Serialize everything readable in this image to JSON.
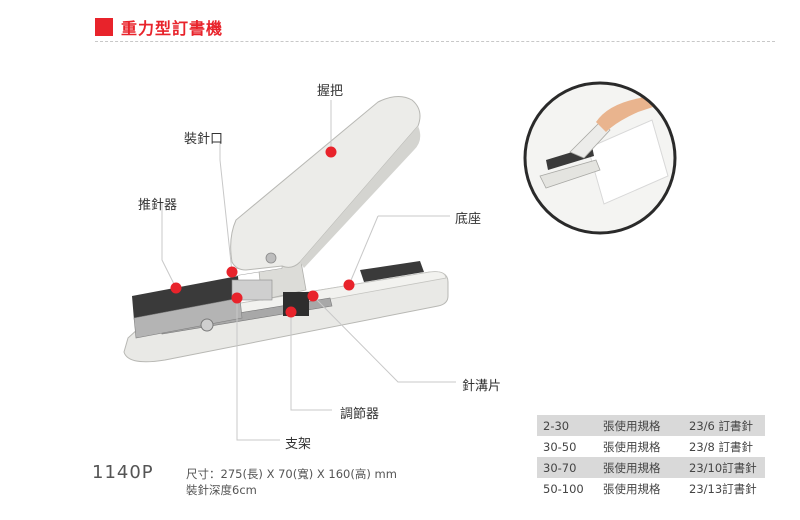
{
  "header": {
    "title": "重力型訂書機"
  },
  "callouts": {
    "handle": "握把",
    "staple_slot": "裝針口",
    "pusher": "推針器",
    "base": "底座",
    "channel": "針溝片",
    "adjuster": "調節器",
    "support": "支架"
  },
  "product": {
    "model": "1140P",
    "dimensions": "尺寸：275(長) X 70(寬) X 160(高) mm",
    "depth": "裝針深度6cm"
  },
  "specs": [
    {
      "range": "2-30",
      "label": "張使用規格",
      "spec": "23/6  訂書針"
    },
    {
      "range": "30-50",
      "label": "張使用規格",
      "spec": "23/8  訂書針"
    },
    {
      "range": "30-70",
      "label": "張使用規格",
      "spec": "23/10訂書針"
    },
    {
      "range": "50-100",
      "label": "張使用規格",
      "spec": "23/13訂書針"
    }
  ],
  "colors": {
    "accent": "#e8232b",
    "body": "#e9e9e6",
    "metal": "#9a9a9a"
  }
}
